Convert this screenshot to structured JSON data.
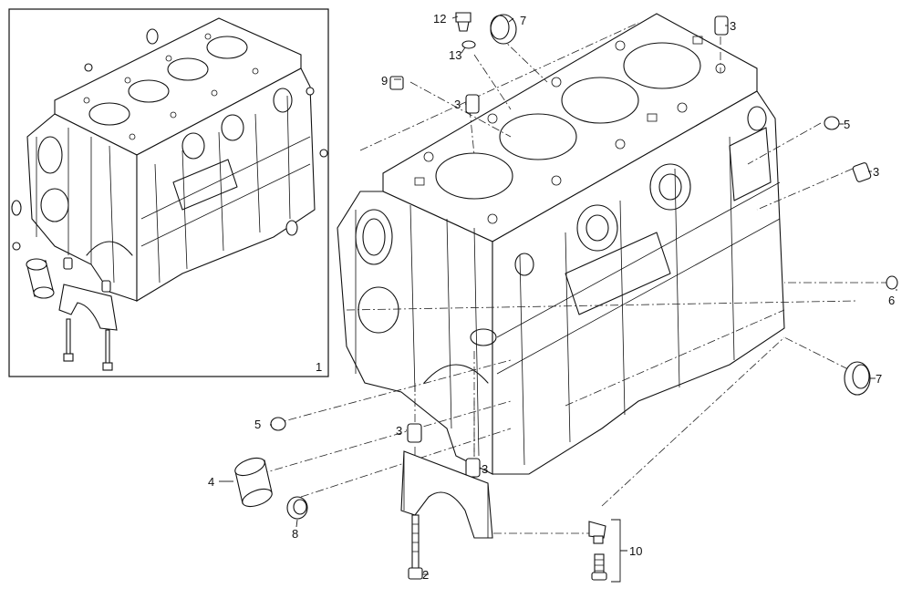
{
  "callouts": {
    "c1": "1",
    "c2": "2",
    "c3": "3",
    "c4": "4",
    "c5": "5",
    "c6": "6",
    "c7": "7",
    "c8": "8",
    "c9": "9",
    "c10": "10",
    "c12": "12",
    "c13": "13"
  }
}
